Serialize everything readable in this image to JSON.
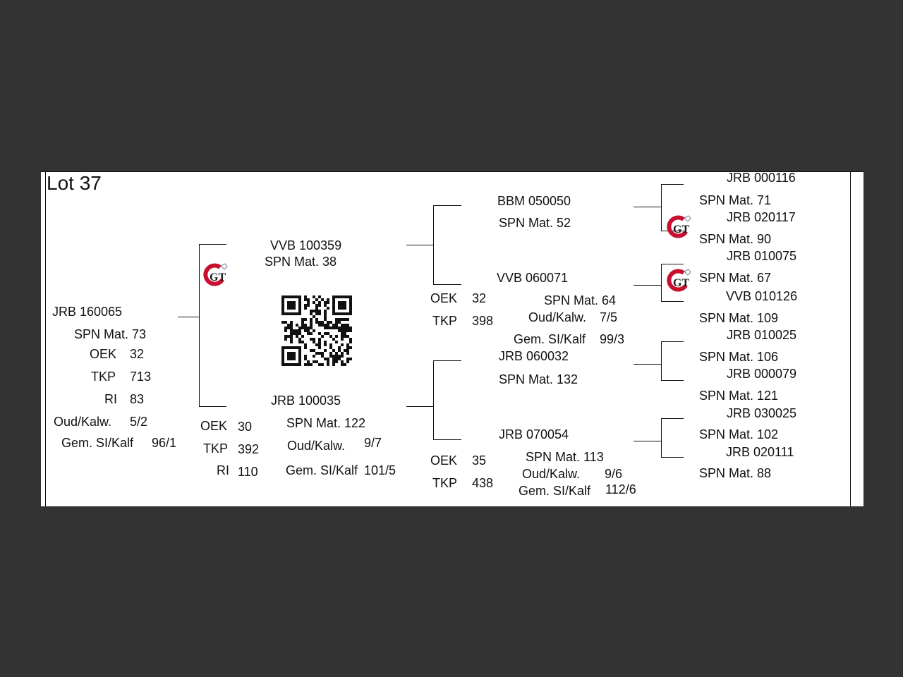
{
  "lot": {
    "label": "Lot 37"
  },
  "animal": {
    "id": "JRB 160065",
    "spn": "SPN Mat. 73",
    "oek_label": "OEK",
    "oek": "32",
    "tkp_label": "TKP",
    "tkp": "713",
    "ri_label": "RI",
    "ri": "83",
    "oud_label": "Oud/Kalw.",
    "oud": "5/2",
    "gem_label": "Gem. SI/Kalf",
    "gem": "96/1"
  },
  "sire": {
    "id": "VVB 100359",
    "spn": "SPN Mat. 38"
  },
  "dam": {
    "id": "JRB 100035",
    "spn": "SPN Mat. 122",
    "oek_label": "OEK",
    "oek": "30",
    "tkp_label": "TKP",
    "tkp": "392",
    "ri_label": "RI",
    "ri": "110",
    "oud_label": "Oud/Kalw.",
    "oud": "9/7",
    "gem_label": "Gem. SI/Kalf",
    "gem": "101/5"
  },
  "ss": {
    "id": "BBM 050050",
    "spn": "SPN Mat. 52"
  },
  "sd": {
    "id": "VVB 060071",
    "spn": "SPN Mat. 64",
    "oek_label": "OEK",
    "oek": "32",
    "tkp_label": "TKP",
    "tkp": "398",
    "oud_label": "Oud/Kalw.",
    "oud": "7/5",
    "gem_label": "Gem. SI/Kalf",
    "gem": "99/3"
  },
  "ds": {
    "id": "JRB 060032",
    "spn": "SPN Mat. 132"
  },
  "dd": {
    "id": "JRB 070054",
    "spn": "SPN Mat. 113",
    "oek_label": "OEK",
    "oek": "35",
    "tkp_label": "TKP",
    "tkp": "438",
    "oud_label": "Oud/Kalw.",
    "oud": "9/6",
    "gem_label": "Gem. SI/Kalf",
    "gem": "112/6"
  },
  "gg": [
    {
      "id": "JRB 000116",
      "spn": "SPN Mat. 71"
    },
    {
      "id": "JRB 020117",
      "spn": "SPN Mat. 90"
    },
    {
      "id": "JRB 010075",
      "spn": "SPN Mat. 67"
    },
    {
      "id": "VVB 010126",
      "spn": "SPN Mat. 109"
    },
    {
      "id": "JRB 010025",
      "spn": "SPN Mat. 106"
    },
    {
      "id": "JRB 000079",
      "spn": "SPN Mat. 121"
    },
    {
      "id": "JRB 030025",
      "spn": "SPN Mat. 102"
    },
    {
      "id": "JRB 020111",
      "spn": "SPN Mat. 88"
    }
  ],
  "logo": {
    "icon": "gt-logo-icon",
    "text": "GT"
  },
  "qr": {
    "icon": "qr-code-icon"
  }
}
